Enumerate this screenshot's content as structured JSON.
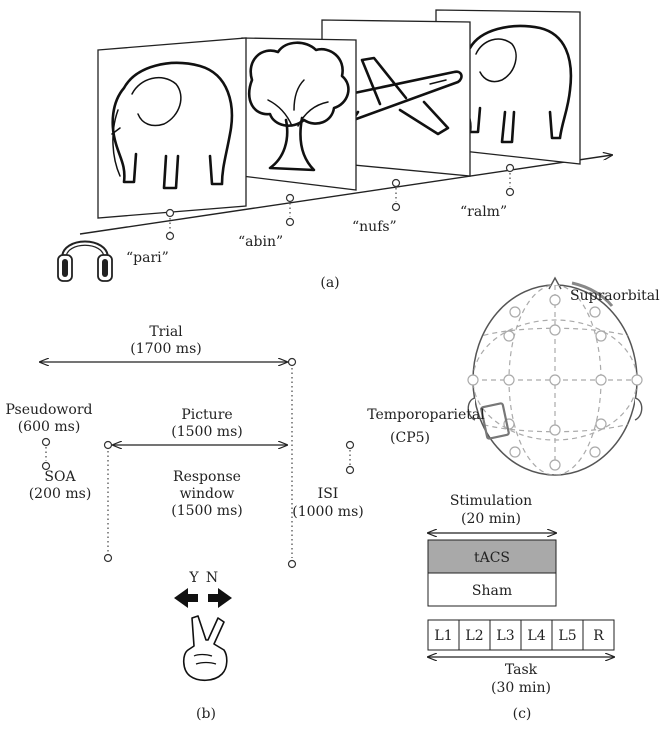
{
  "panel_a": {
    "label": "(a)",
    "pseudowords": [
      "“pari”",
      "“abin”",
      "“nufs”",
      "“ralm”"
    ],
    "pictures": [
      "elephant-icon",
      "tree-icon",
      "airplane-icon",
      "elephant-icon"
    ],
    "audio_icon": "headphones-icon"
  },
  "panel_b": {
    "label": "(b)",
    "trial": {
      "name": "Trial",
      "duration": "(1700 ms)"
    },
    "pseudoword": {
      "name": "Pseudoword",
      "duration": "(600 ms)"
    },
    "picture": {
      "name": "Picture",
      "duration": "(1500 ms)"
    },
    "soa": {
      "name": "SOA",
      "duration": "(200 ms)"
    },
    "response": {
      "name": "Response",
      "name2": "window",
      "duration": "(1500 ms)"
    },
    "isi": {
      "name": "ISI",
      "duration": "(1000 ms)"
    },
    "yes": "Y",
    "no": "N",
    "hand_icon": "v-hand-icon"
  },
  "panel_c": {
    "label": "(c)",
    "supraorbital": "Supraorbital",
    "temporoparietal": "Temporoparietal",
    "cp5": "(CP5)",
    "stimulation": {
      "name": "Stimulation",
      "duration": "(20 min)"
    },
    "conditions": [
      "tACS",
      "Sham"
    ],
    "blocks": [
      "L1",
      "L2",
      "L3",
      "L4",
      "L5",
      "R"
    ],
    "task": {
      "name": "Task",
      "duration": "(30 min)"
    },
    "colors": {
      "tacs_fill": "#a9a9a9",
      "electrode_pad": "#888888"
    }
  }
}
